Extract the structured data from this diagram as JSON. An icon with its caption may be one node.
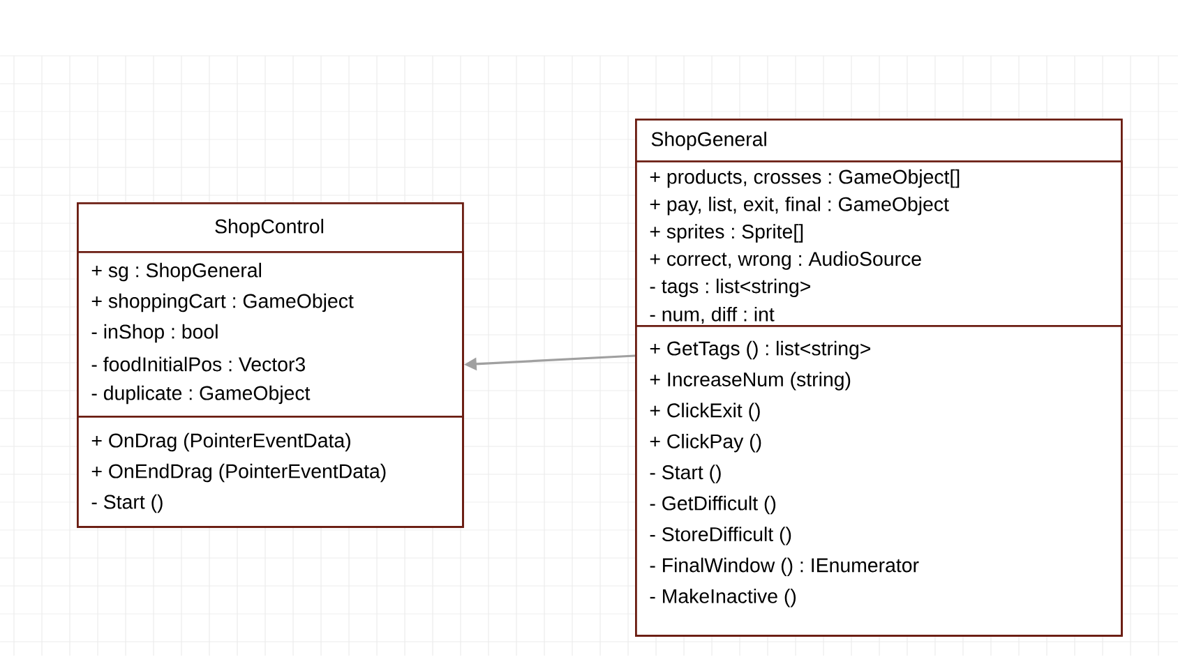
{
  "diagram": {
    "nodes": [
      {
        "text": [
          "ShopControl"
        ]
      },
      {
        "text": [
          "+ sg : ShopGeneral",
          "+ shoppingCart : GameObject",
          "- inShop : bool",
          "- foodInitialPos : Vector3",
          "- duplicate : GameObject"
        ],
        "in": 0
      },
      {
        "text": [
          "+ OnDrag (PointerEventData)",
          "+ OnEndDrag (PointerEventData)",
          "- Start ()"
        ],
        "in": 0
      },
      {
        "text": [
          "ShopGeneral"
        ]
      },
      {
        "text": [
          "+ products, crosses : GameObject[]",
          "+ pay, list, exit, final : GameObject",
          "+ sprites : Sprite[]",
          "+ correct, wrong : AudioSource",
          "- tags : list<string>",
          "- num, diff : int"
        ],
        "in": 3
      },
      {
        "text": [
          "+ GetTags () : list<string>",
          "+ IncreaseNum (string)",
          "+ ClickExit ()",
          "+ ClickPay ()",
          "- Start ()",
          "- GetDifficult ()",
          "- StoreDifficult ()",
          "- FinalWindow () : IEnumerator",
          "- MakeInactive ()"
        ],
        "in": 3
      }
    ],
    "edges": [
      {
        "from": 5,
        "to": 1,
        "arrow": "to"
      }
    ]
  }
}
